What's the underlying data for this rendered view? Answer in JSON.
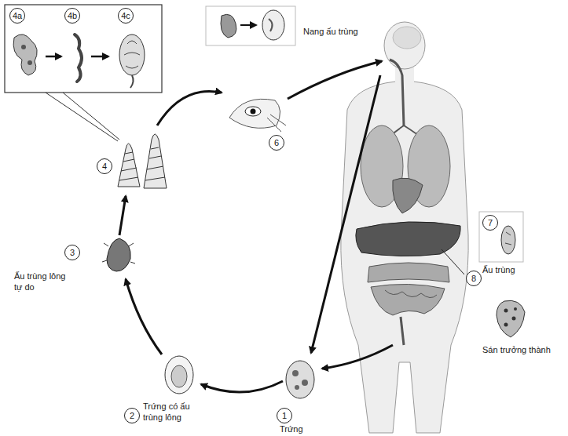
{
  "diagram": {
    "nodes": [
      {
        "text": [
          "4a"
        ]
      },
      {
        "text": [
          "4b"
        ]
      },
      {
        "text": [
          "4c"
        ]
      },
      {
        "text": [
          "6"
        ]
      },
      {
        "text": [
          "4"
        ]
      },
      {
        "text": [
          "7"
        ]
      },
      {
        "text": [
          "3"
        ]
      },
      {
        "text": [
          "8"
        ]
      },
      {
        "text": [
          "2"
        ]
      },
      {
        "text": [
          "1"
        ]
      }
    ],
    "labels": [
      "Nang ấu trùng",
      "Ấu trùng",
      "Ấu trùng lông tự do",
      "Sán trưởng thành",
      "Trứng có ấu trùng lông",
      "Trứng"
    ]
  }
}
